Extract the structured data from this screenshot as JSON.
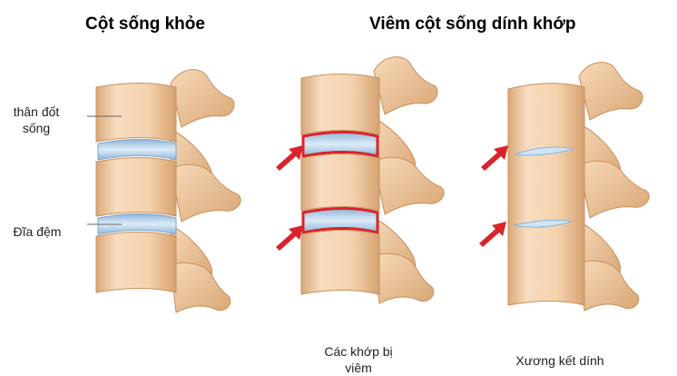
{
  "titles": {
    "healthy": "Cột sống khỏe",
    "disease": "Viêm cột sống dính khớp"
  },
  "labels": {
    "vertebral_body_line1": "thân đốt",
    "vertebral_body_line2": "sống",
    "disc": "Đĩa đệm",
    "inflamed_line1": "Các khớp bị",
    "inflamed_line2": "viêm",
    "fused": "Xương kết dính"
  },
  "colors": {
    "bone_light": "#f6d9b8",
    "bone_mid": "#e6b98c",
    "bone_dark": "#c9905c",
    "disc": "#bcd9f0",
    "disc_edge": "#8fb4d6",
    "inflammation": "#d9232a",
    "arrow": "#d9232a",
    "pointer_line": "#666666"
  },
  "icons": {
    "arrow": "red-arrow-icon"
  }
}
